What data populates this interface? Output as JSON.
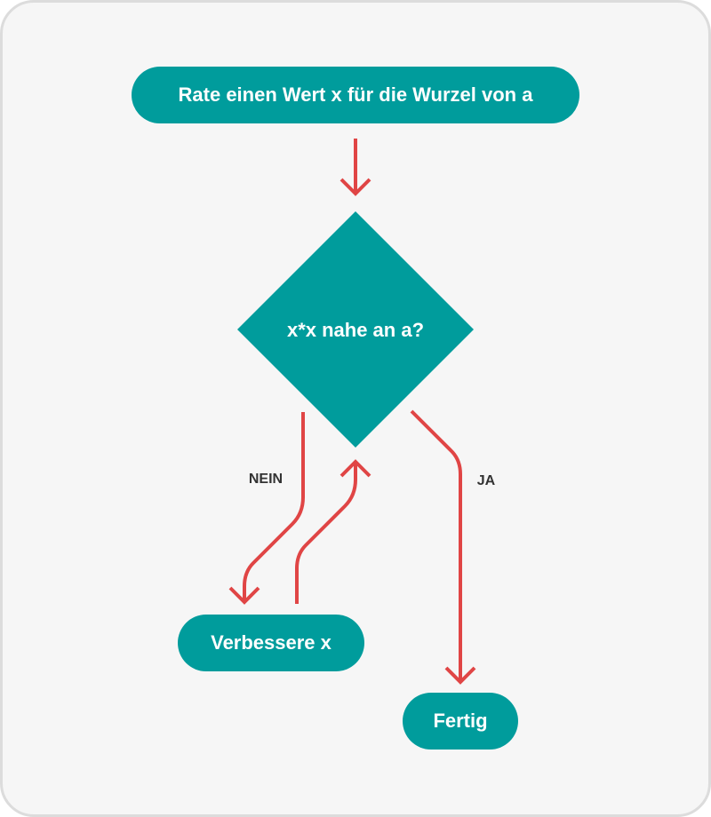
{
  "diagram": {
    "colors": {
      "node_fill": "#009c9c",
      "node_text": "#ffffff",
      "arrow": "#e04545",
      "edge_label": "#333333",
      "background": "#f6f6f6",
      "frame_border": "#dcdcdc"
    },
    "nodes": {
      "start": "Rate einen Wert x für die Wurzel von a",
      "decision": "x*x nahe an a?",
      "improve": "Verbessere x",
      "done": "Fertig"
    },
    "edges": {
      "no_label": "NEIN",
      "yes_label": "JA"
    }
  }
}
